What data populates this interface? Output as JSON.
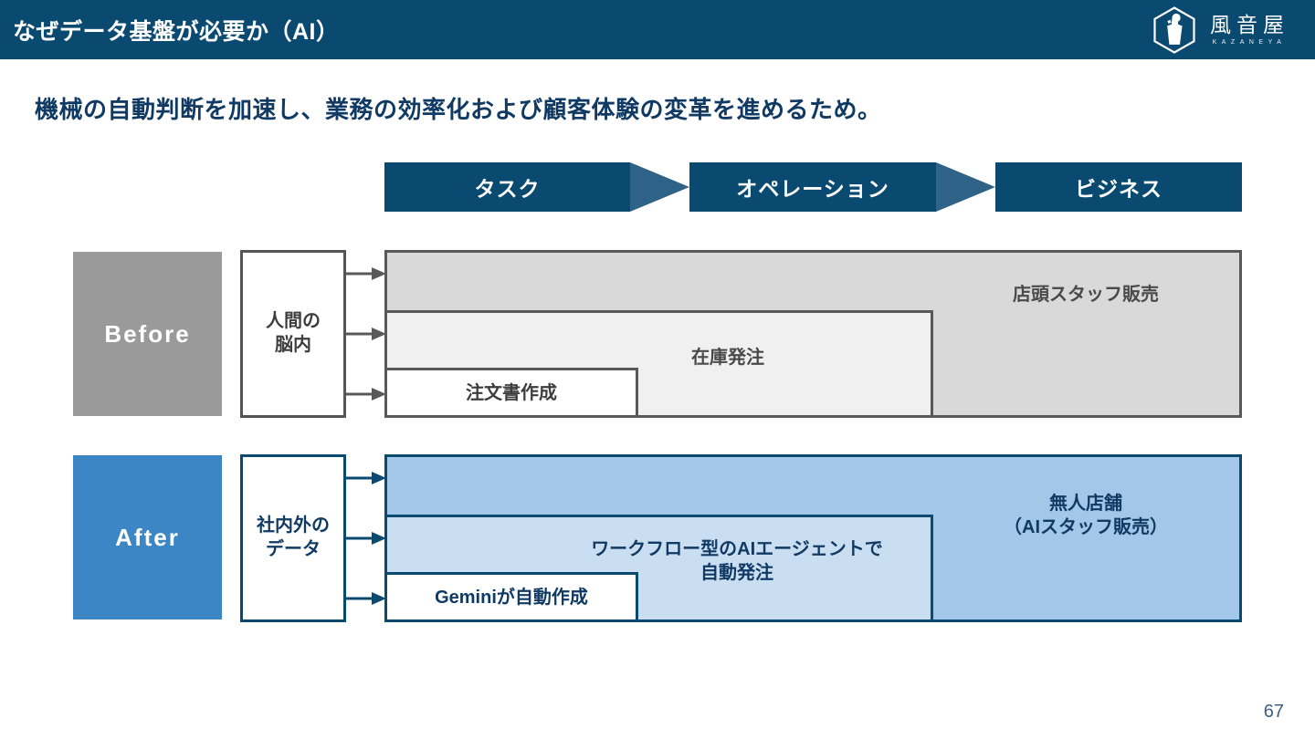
{
  "header": {
    "title": "なぜデータ基盤が必要か（AI）",
    "logo_jp": "風音屋",
    "logo_en": "KAZANEYA",
    "logo_icon": "kazaneya-hex-logo",
    "bar_color": "#0b4a70"
  },
  "subtitle": "機械の自動判断を加速し、業務の効率化および顧客体験の変革を進めるため。",
  "banner": {
    "segments": [
      {
        "label": "タスク"
      },
      {
        "label": "オペレーション"
      },
      {
        "label": "ビジネス"
      }
    ],
    "segment_color": "#0b4a70",
    "arrow_color": "#2f6287"
  },
  "rows": [
    {
      "id": "before",
      "label": "Before",
      "label_color": "#9a9a9a",
      "source_box": "人間の\n脳内",
      "blocks": [
        {
          "level": "outer",
          "label": "店頭スタッフ販売",
          "fill": "#d9d9d9",
          "stroke": "#595959"
        },
        {
          "level": "mid",
          "label": "在庫発注",
          "fill": "#f0f0f0",
          "stroke": "#595959"
        },
        {
          "level": "inner",
          "label": "注文書作成",
          "fill": "#ffffff",
          "stroke": "#595959"
        }
      ]
    },
    {
      "id": "after",
      "label": "After",
      "label_color": "#3d86c6",
      "source_box": "社内外の\nデータ",
      "blocks": [
        {
          "level": "outer",
          "label": "無人店舗\n（AIスタッフ販売）",
          "fill": "#a3c7e8",
          "stroke": "#0b4a70"
        },
        {
          "level": "mid",
          "label": "ワークフロー型のAIエージェントで\n自動発注",
          "fill": "#cadef2",
          "stroke": "#0b4a70"
        },
        {
          "level": "inner",
          "label": "Geminiが自動作成",
          "fill": "#ffffff",
          "stroke": "#0b4a70"
        }
      ]
    }
  ],
  "page_number": "67"
}
